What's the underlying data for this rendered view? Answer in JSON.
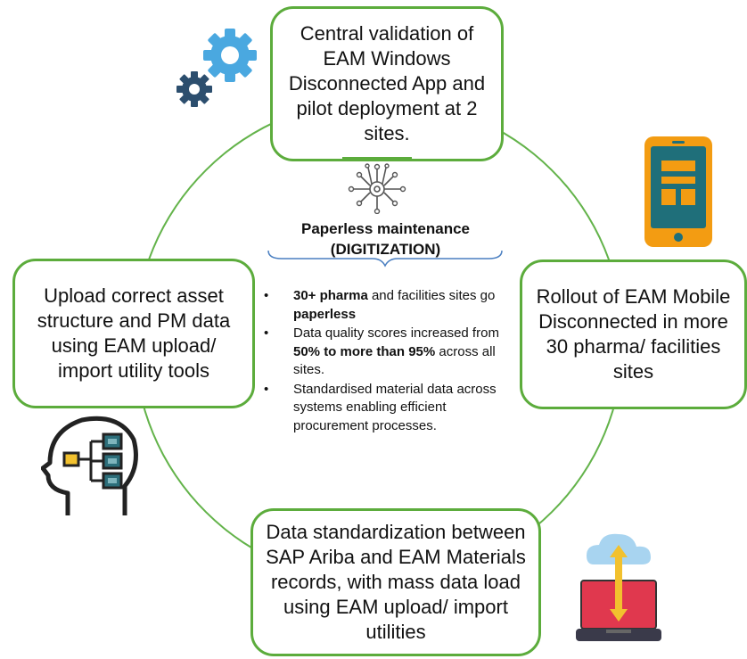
{
  "top_box": {
    "text": "Central validation of EAM Windows Disconnected App and pilot deployment at 2 sites."
  },
  "left_box": {
    "text": "Upload correct asset structure and PM data using EAM upload/ import utility tools"
  },
  "right_box": {
    "text": "Rollout of EAM Mobile Disconnected in more 30 pharma/ facilities sites"
  },
  "bottom_box": {
    "text": "Data standardization between SAP Ariba and EAM Materials records, with mass data load using EAM upload/ import utilities"
  },
  "center": {
    "title_line1": "Paperless maintenance",
    "title_line2": "(DIGITIZATION)",
    "bullets": [
      {
        "bold1": "30+ pharma",
        "text1": " and facilities sites go ",
        "bold2": "paperless",
        "text2": ""
      },
      {
        "bold1": "",
        "text1": "Data quality scores increased from ",
        "bold2": "50% to more than 95%",
        "text2": " across all sites."
      },
      {
        "bold1": "",
        "text1": "Standardised material data across systems enabling efficient procurement processes.",
        "bold2": "",
        "text2": ""
      }
    ],
    "bullet_glyph": "•"
  },
  "icons": [
    "gears-icon",
    "circuit-chip-icon",
    "mobile-phone-icon",
    "head-flowchart-icon",
    "laptop-cloud-upload-icon"
  ],
  "colors": {
    "accent_green": "#5cac3c",
    "gear_blue": "#4aa8e0",
    "gear_dark": "#2c4e6e",
    "phone_orange": "#f39c12",
    "phone_teal": "#1f6f7a",
    "laptop_red": "#e0384e"
  }
}
